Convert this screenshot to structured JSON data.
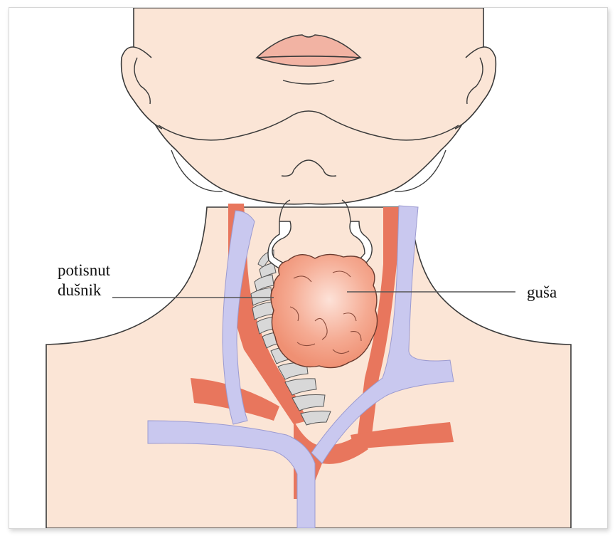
{
  "labels": {
    "trachea_line1": "potisnut",
    "trachea_line2": "dušnik",
    "goiter": "guša"
  },
  "colors": {
    "skin": "#fbe5d6",
    "outline": "#3a3a3a",
    "lips": "#f2b3a3",
    "artery": "#e8765d",
    "vein": "#c9c8ef",
    "goiter": "#f3a48c",
    "trachea_ring": "#d8d8d8",
    "thyroid_cartilage": "#ffffff",
    "leader_line": "#555555"
  }
}
